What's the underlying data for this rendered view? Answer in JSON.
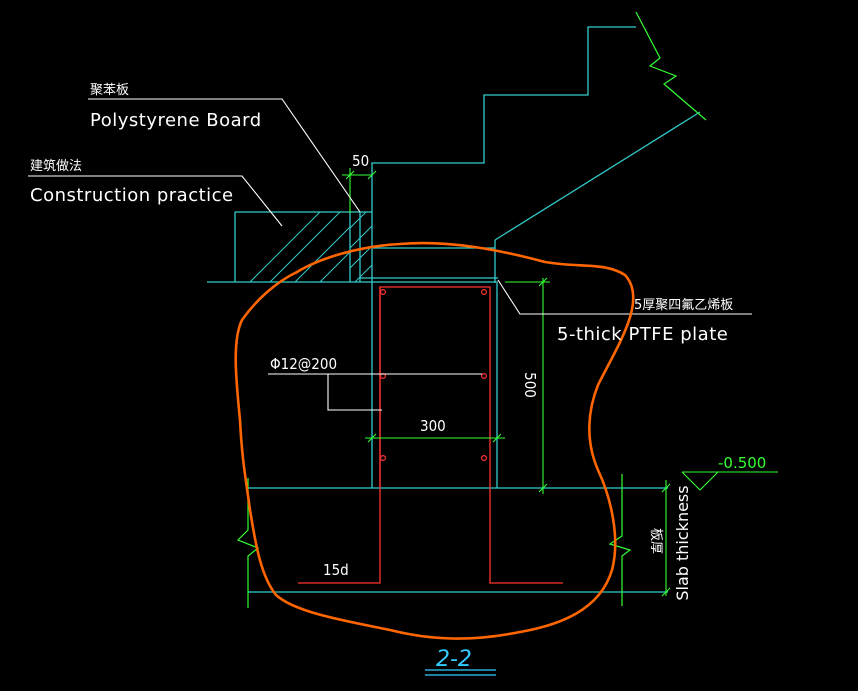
{
  "labels": {
    "polystyrene_cn": "聚苯板",
    "polystyrene_en": "Polystyrene Board",
    "construction_cn": "建筑做法",
    "construction_en": "Construction practice",
    "ptfe_cn": "5厚聚四氟乙烯板",
    "ptfe_en": "5-thick PTFE plate",
    "rebar_spec": "Φ12@200",
    "slab_cn": "板厚",
    "slab_en": "Slab thickness",
    "section_mark": "2-2"
  },
  "dimensions": {
    "board_thickness": "50",
    "beam_width": "300",
    "beam_height": "500",
    "anchorage": "15d",
    "level": "-0.500"
  },
  "colors": {
    "background": "#000000",
    "outline": "#33cccc",
    "dimension": "#33ff33",
    "rebar": "#ff3333",
    "leader": "#ffffff",
    "markup": "#ff6600"
  }
}
